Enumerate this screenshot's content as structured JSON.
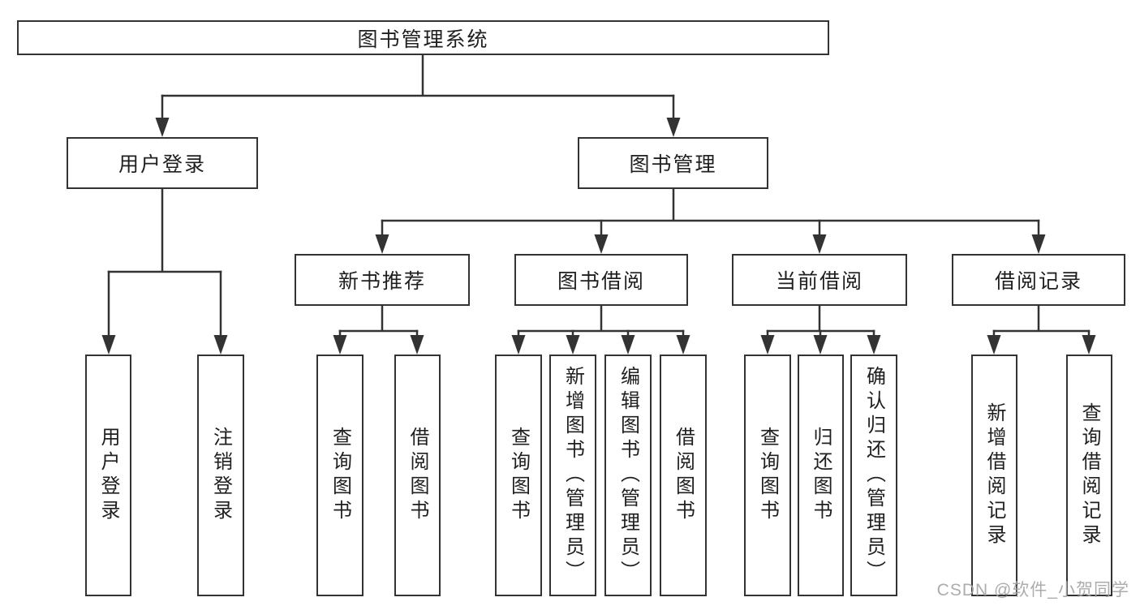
{
  "diagram": {
    "type": "hierarchy-tree",
    "root": {
      "label": "图书管理系统",
      "children": [
        {
          "label": "用户登录",
          "children": [
            {
              "label": "用户登录"
            },
            {
              "label": "注销登录"
            }
          ]
        },
        {
          "label": "图书管理",
          "children": [
            {
              "label": "新书推荐",
              "children": [
                {
                  "label": "查询图书"
                },
                {
                  "label": "借阅图书"
                }
              ]
            },
            {
              "label": "图书借阅",
              "children": [
                {
                  "label": "查询图书"
                },
                {
                  "label": "新增图书（管理员）"
                },
                {
                  "label": "编辑图书（管理员）"
                },
                {
                  "label": "借阅图书"
                }
              ]
            },
            {
              "label": "当前借阅",
              "children": [
                {
                  "label": "查询图书"
                },
                {
                  "label": "归还图书"
                },
                {
                  "label": "确认归还（管理员）"
                }
              ]
            },
            {
              "label": "借阅记录",
              "children": [
                {
                  "label": "新增借阅记录"
                },
                {
                  "label": "查询借阅记录"
                }
              ]
            }
          ]
        }
      ]
    },
    "colors": {
      "line": "#333333",
      "text": "#1f1f1f",
      "background": "#ffffff",
      "watermark": "#a5a5a5"
    }
  },
  "watermark": {
    "text": "CSDN @软件_小贺同学"
  }
}
